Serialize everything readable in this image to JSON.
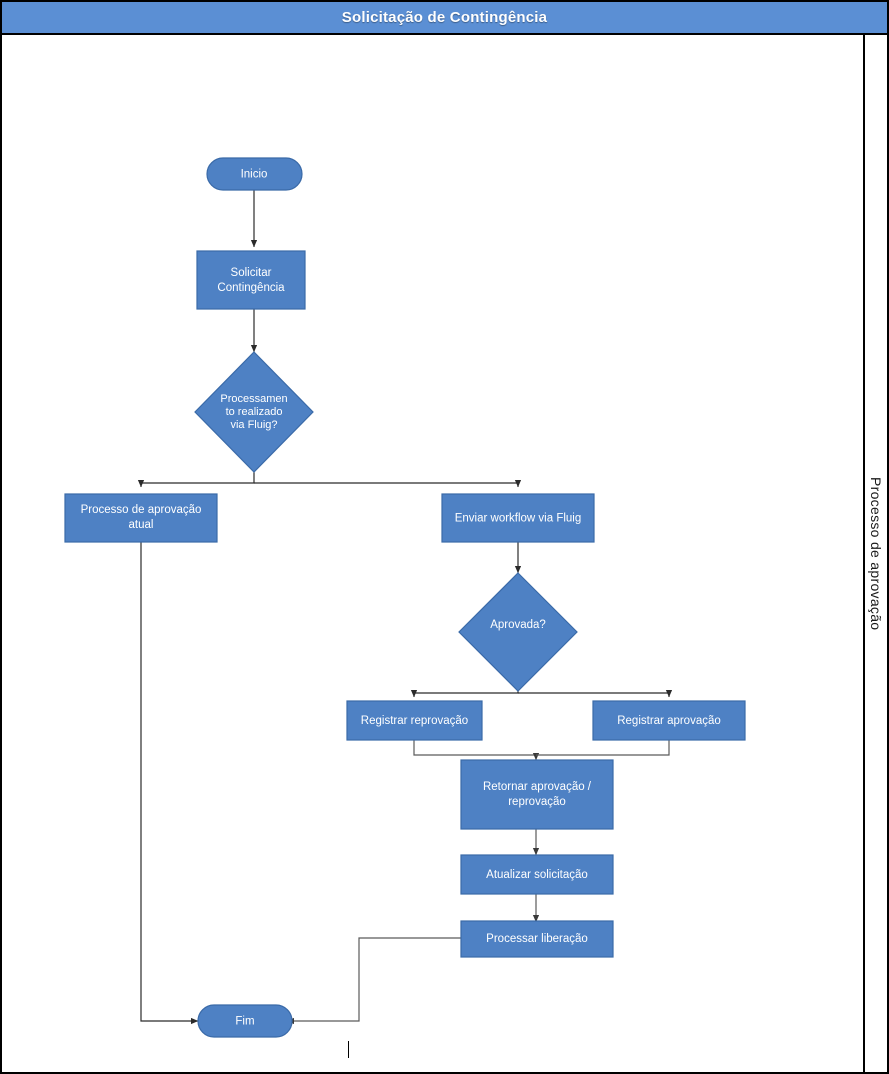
{
  "header": {
    "title": "Solicitação de Contingência"
  },
  "lane": {
    "label": "Processo de aprovação"
  },
  "colors": {
    "node_fill": "#4e81c4",
    "node_stroke": "#3a6aa8",
    "node_text": "#ffffff",
    "title_bar": "#5b8fd4",
    "frame_border": "#000000",
    "connector": "#2b2b2b",
    "connector_gray": "#5a5a5a",
    "canvas": "#ffffff"
  },
  "diagram": {
    "type": "flowchart",
    "nodes": [
      {
        "id": "inicio",
        "shape": "terminator",
        "label": "Inicio",
        "lines": [
          "Inicio"
        ]
      },
      {
        "id": "solicitar",
        "shape": "process",
        "label": "Solicitar Contingência",
        "lines": [
          "Solicitar",
          "Contingência"
        ]
      },
      {
        "id": "decisao-fluig",
        "shape": "decision",
        "label": "Processamento realizado via Fluig?",
        "lines": [
          "Processamen",
          "to realizado",
          "via Fluig?"
        ]
      },
      {
        "id": "processo-atual",
        "shape": "process",
        "label": "Processo de aprovação atual",
        "lines": [
          "Processo de aprovação",
          "atual"
        ]
      },
      {
        "id": "enviar-wf",
        "shape": "process",
        "label": "Enviar workflow via Fluig",
        "lines": [
          "Enviar workflow via Fluig"
        ]
      },
      {
        "id": "decisao-aprov",
        "shape": "decision",
        "label": "Aprovada?",
        "lines": [
          "Aprovada?"
        ]
      },
      {
        "id": "reg-reprov",
        "shape": "process",
        "label": "Registrar reprovação",
        "lines": [
          "Registrar reprovação"
        ]
      },
      {
        "id": "reg-aprov",
        "shape": "process",
        "label": "Registrar aprovação",
        "lines": [
          "Registrar aprovação"
        ]
      },
      {
        "id": "retornar",
        "shape": "process",
        "label": "Retornar aprovação / reprovação",
        "lines": [
          "Retornar aprovação /",
          "reprovação"
        ]
      },
      {
        "id": "atualizar",
        "shape": "process",
        "label": "Atualizar solicitação",
        "lines": [
          "Atualizar solicitação"
        ]
      },
      {
        "id": "processar",
        "shape": "process",
        "label": "Processar liberação",
        "lines": [
          "Processar liberação"
        ]
      },
      {
        "id": "fim",
        "shape": "terminator",
        "label": "Fim",
        "lines": [
          "Fim"
        ]
      }
    ],
    "edges": [
      {
        "from": "inicio",
        "to": "solicitar"
      },
      {
        "from": "solicitar",
        "to": "decisao-fluig"
      },
      {
        "from": "decisao-fluig",
        "to": "processo-atual"
      },
      {
        "from": "decisao-fluig",
        "to": "enviar-wf"
      },
      {
        "from": "enviar-wf",
        "to": "decisao-aprov"
      },
      {
        "from": "decisao-aprov",
        "to": "reg-reprov"
      },
      {
        "from": "decisao-aprov",
        "to": "reg-aprov"
      },
      {
        "from": "reg-reprov",
        "to": "retornar"
      },
      {
        "from": "reg-aprov",
        "to": "retornar"
      },
      {
        "from": "retornar",
        "to": "atualizar"
      },
      {
        "from": "atualizar",
        "to": "processar"
      },
      {
        "from": "processar",
        "to": "fim"
      },
      {
        "from": "processo-atual",
        "to": "fim"
      }
    ]
  }
}
